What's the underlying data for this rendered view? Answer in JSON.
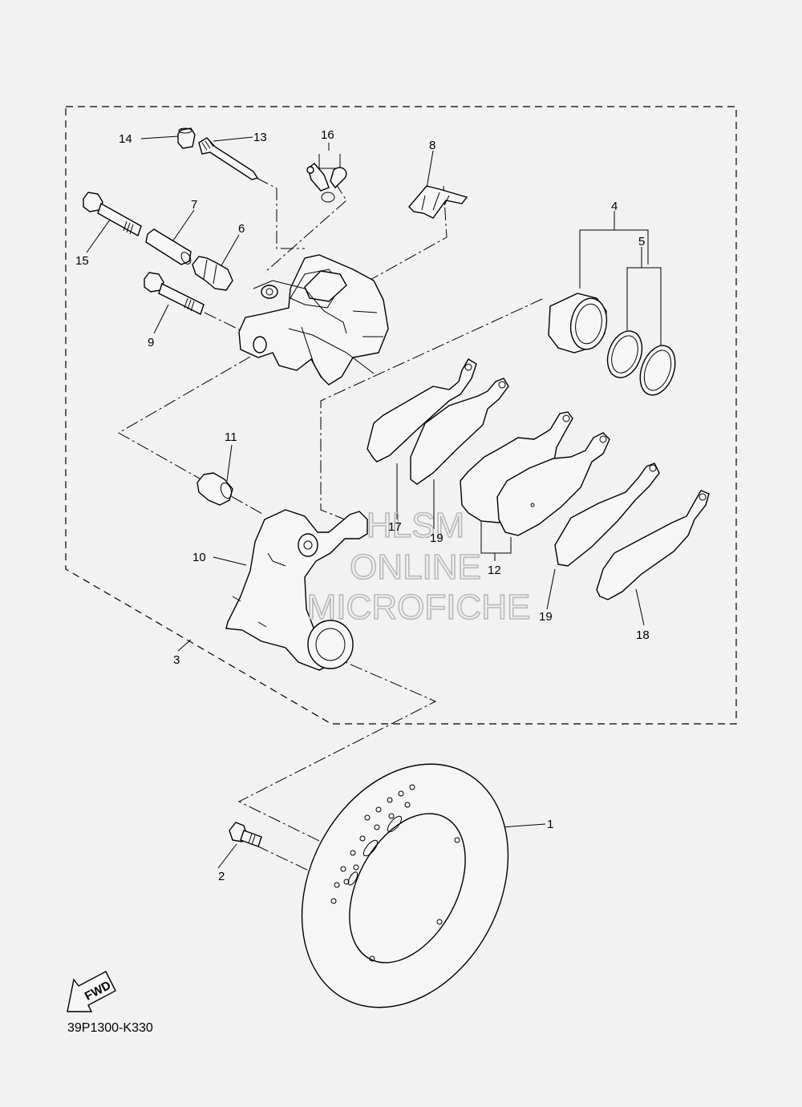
{
  "diagram_code": "39P1300-K330",
  "watermark": {
    "line1": "HLSM",
    "line2": "ONLINE",
    "line3": "MICROFICHE"
  },
  "fwd_label": "FWD",
  "callouts": {
    "c1": "1",
    "c2": "2",
    "c3": "3",
    "c4": "4",
    "c5": "5",
    "c6": "6",
    "c7": "7",
    "c8": "8",
    "c9": "9",
    "c10": "10",
    "c11": "11",
    "c12": "12",
    "c13": "13",
    "c14": "14",
    "c15": "15",
    "c16": "16",
    "c17": "17",
    "c18": "18",
    "c19a": "19",
    "c19b": "19"
  }
}
